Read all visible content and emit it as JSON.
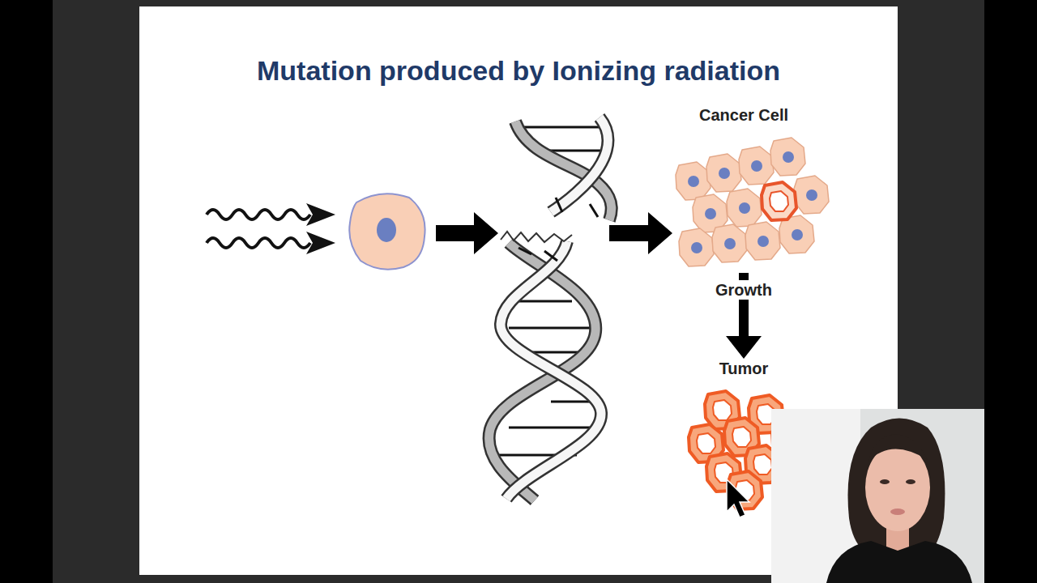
{
  "diagram": {
    "title": "Mutation produced by Ionizing radiation",
    "nodes": [
      {
        "text": [
          "Cancer Cell"
        ]
      },
      {
        "text": [
          "Tumor"
        ]
      }
    ],
    "edges": [
      {
        "from": 0,
        "to": 1,
        "label": "Growth",
        "arrow": "to"
      }
    ]
  }
}
